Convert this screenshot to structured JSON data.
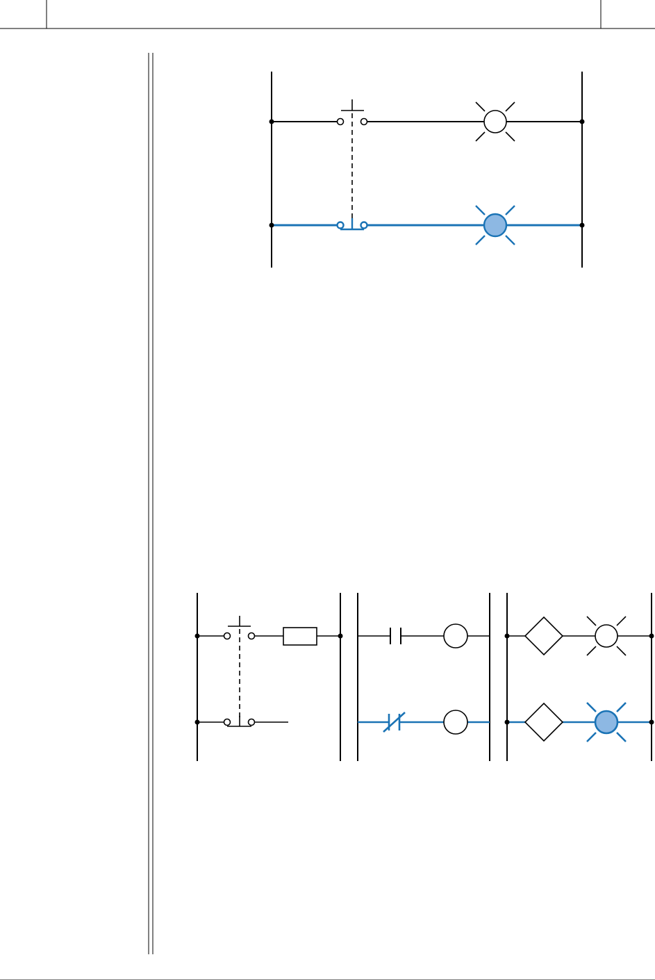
{
  "header": {
    "title": "",
    "left_cell": "",
    "right_cell": ""
  },
  "colors": {
    "ink": "#000000",
    "energized": "#1a73b5",
    "lamp_fill": "#8db8e3"
  },
  "diagrams": [
    {
      "id": "ladder-top",
      "rungs": [
        {
          "contact": "pushbutton-normally-open",
          "load": "pilot-lamp-off",
          "energized": false
        },
        {
          "contact": "pushbutton-normally-closed",
          "load": "pilot-lamp-on",
          "energized": true
        }
      ],
      "mechanical_link": "dashed-line"
    },
    {
      "id": "ladder-hardwired",
      "rungs": [
        {
          "contact": "pushbutton-normally-open",
          "load": "input-module",
          "energized": false
        },
        {
          "contact": "pushbutton-normally-closed",
          "load": "none",
          "energized": false
        }
      ],
      "mechanical_link": "dashed-line"
    },
    {
      "id": "ladder-program",
      "rungs": [
        {
          "contact": "normally-open-contact",
          "load": "coil",
          "energized": false
        },
        {
          "contact": "normally-closed-contact",
          "load": "coil",
          "energized": true
        }
      ]
    },
    {
      "id": "ladder-output",
      "rungs": [
        {
          "contact": "output-module",
          "load": "pilot-lamp-off",
          "energized": false
        },
        {
          "contact": "output-module",
          "load": "pilot-lamp-on",
          "energized": true
        }
      ]
    }
  ]
}
